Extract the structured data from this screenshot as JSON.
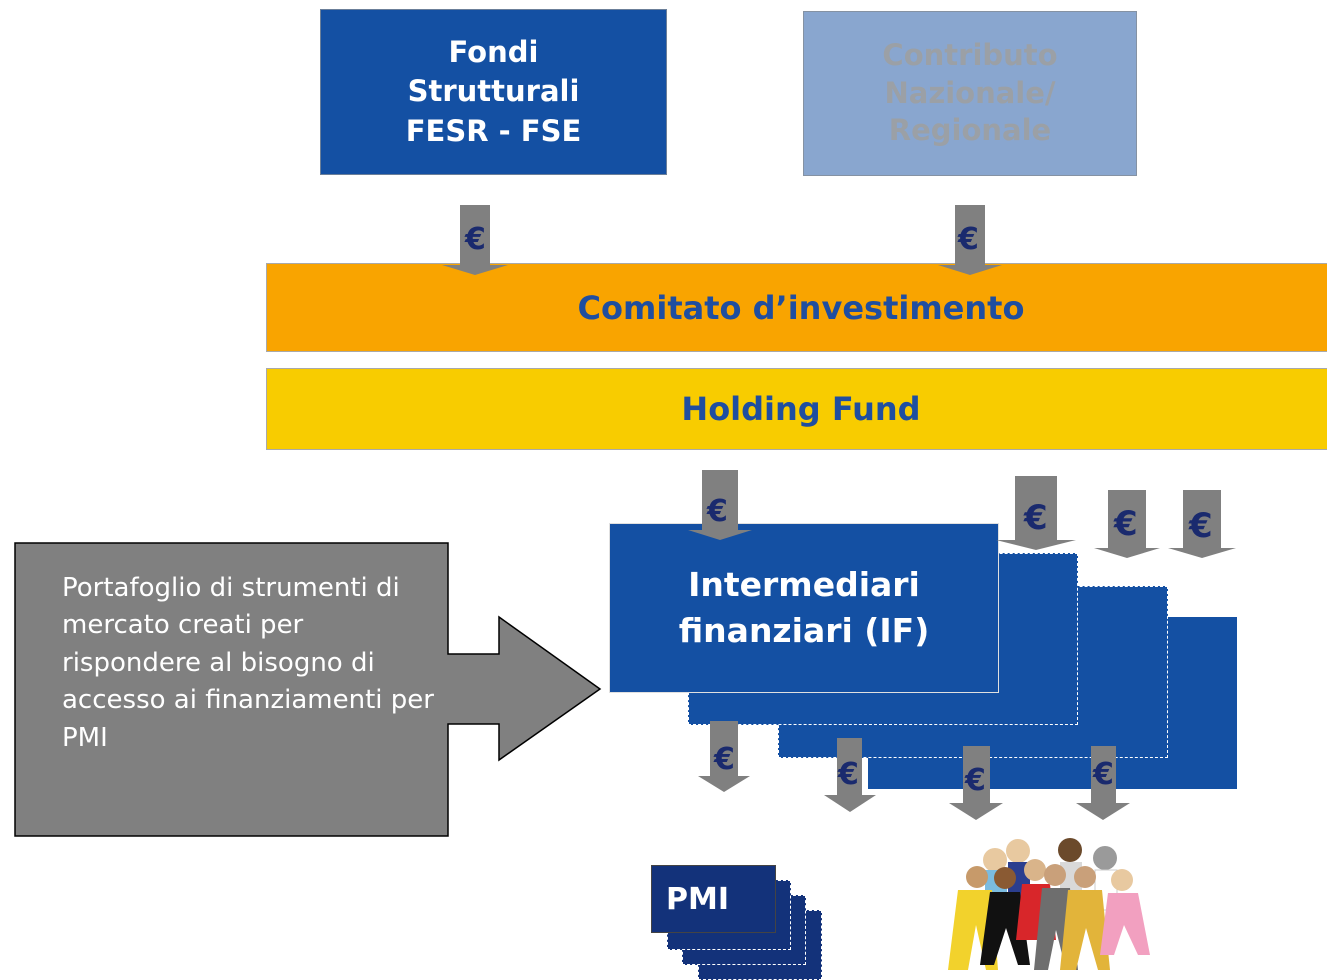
{
  "top_sources": {
    "fondi_label": "Fondi Strutturali FESR - FSE",
    "contributo_label": "Contributo Nazionale/ Regionale"
  },
  "comitato_label": "Comitato d’investimento",
  "holding_label": "Holding Fund",
  "intermediari_label": "Intermediari finanziari (IF)",
  "callout_text": "Portafoglio di strumenti di mercato creati  per rispondere al bisogno di accesso ai finanziamenti per PMI",
  "pmi_label": "PMI",
  "euro_symbol": "€",
  "colors": {
    "dark_blue": "#1450a3",
    "light_blue": "#89a6cf",
    "orange": "#f9a400",
    "yellow": "#f8cc00",
    "gray_arrow": "#808080",
    "navy": "#13327a"
  },
  "icons": [
    "euro-arrow-icon",
    "people-group-icon"
  ]
}
